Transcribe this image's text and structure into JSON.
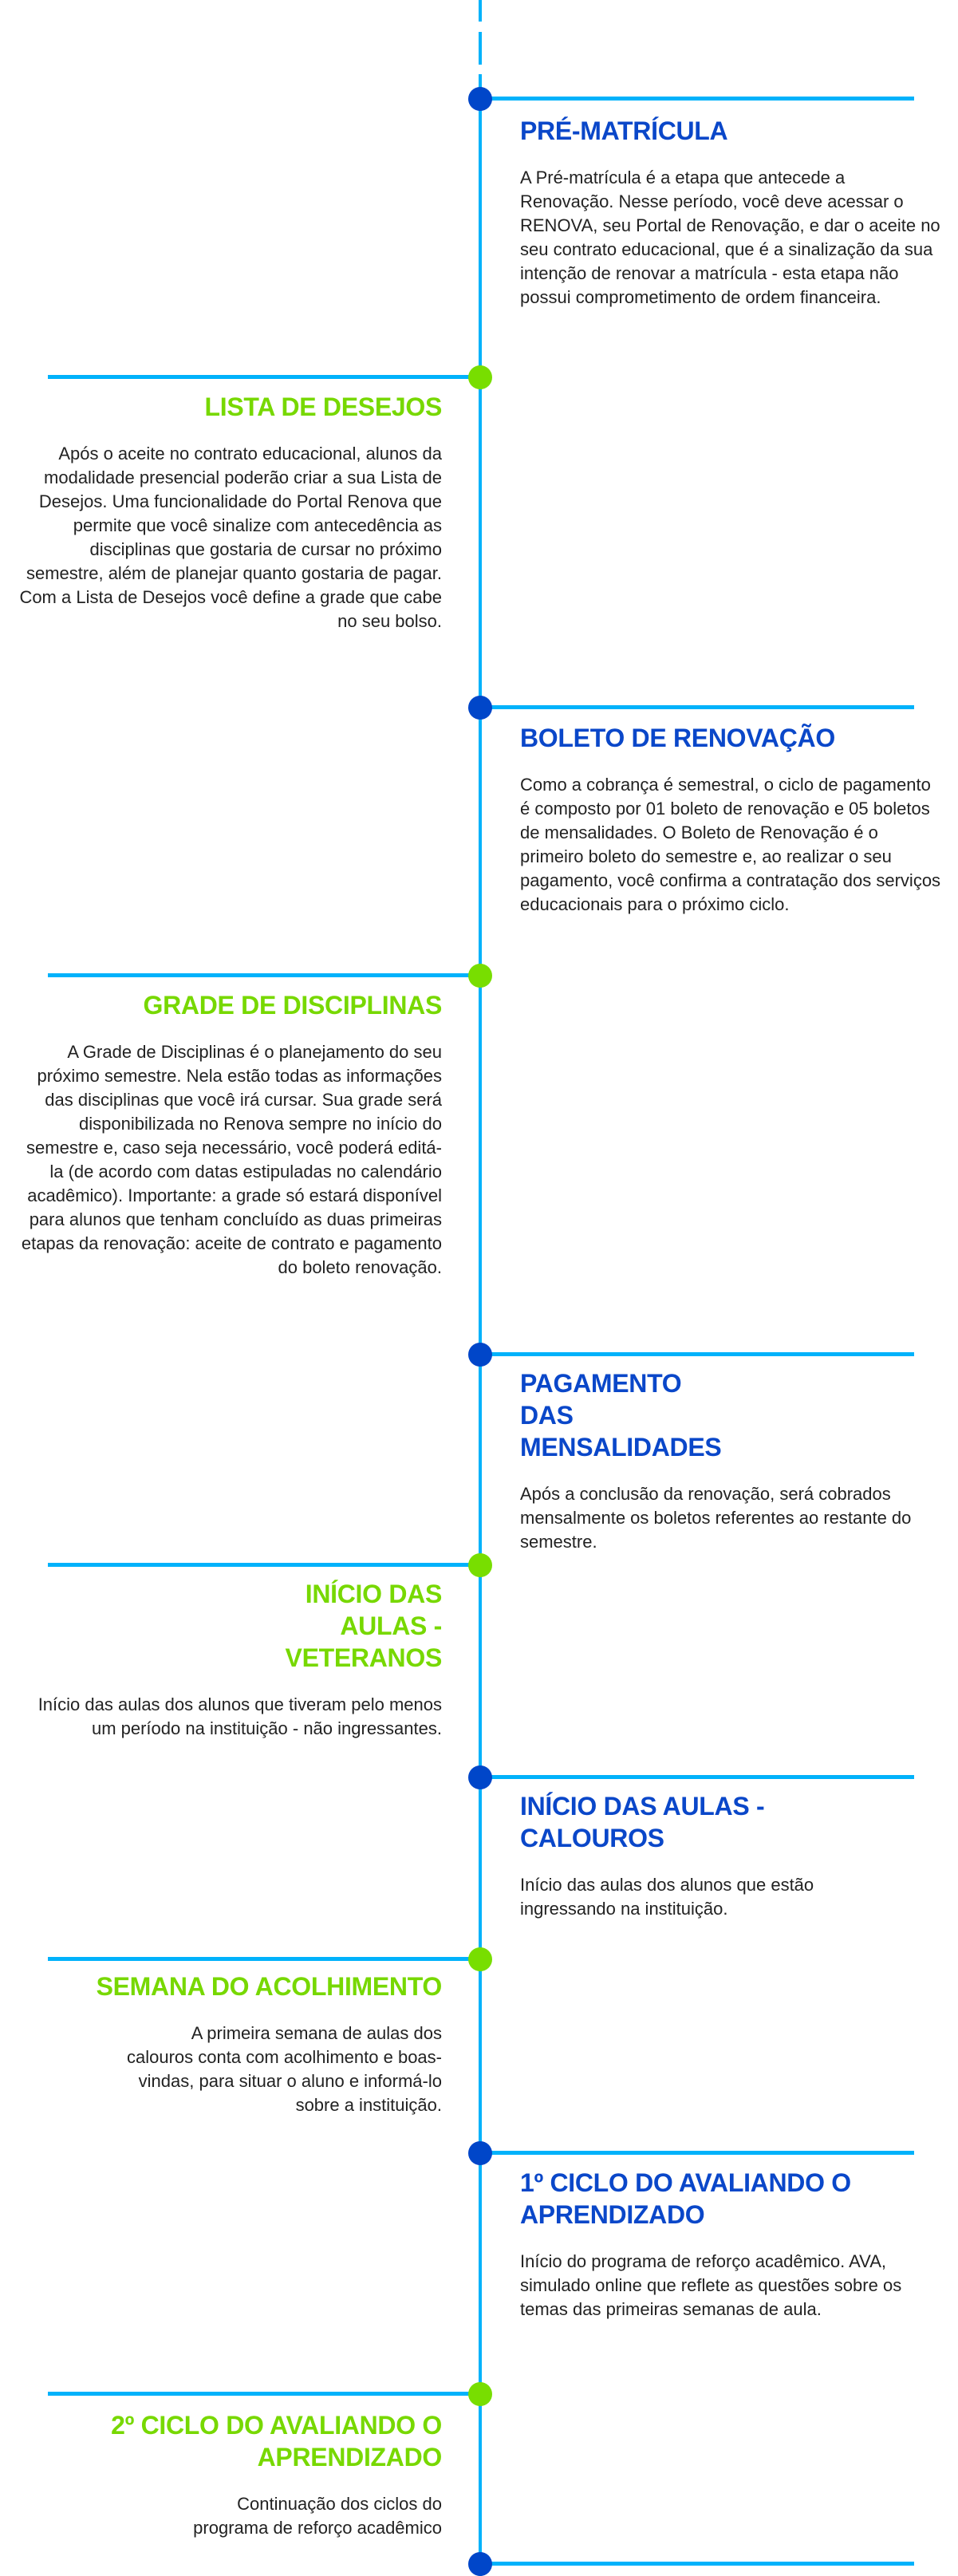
{
  "colors": {
    "line": "#00b2fb",
    "blue": "#0a47c9",
    "green": "#77d800"
  },
  "timeline": [
    {
      "title": "PRÉ-MATRÍCULA",
      "text": "A Pré-matrícula é a etapa que antecede a Renovação. Nesse período, você deve acessar o RENOVA, seu Portal de Renovação, e dar o aceite no seu contrato educacional, que é a sinalização da sua intenção de renovar a matrícula - esta etapa não possui comprometimento de ordem financeira."
    },
    {
      "title": "LISTA DE DESEJOS",
      "text": "Após o aceite no contrato educacional, alunos da modalidade presencial poderão criar a sua Lista de Desejos. Uma funcionalidade do Portal Renova que permite que você sinalize com antecedência as disciplinas que gostaria de cursar no próximo semestre, além de planejar quanto gostaria de pagar. Com a Lista de Desejos você define a grade que cabe no seu bolso."
    },
    {
      "title": "BOLETO DE RENOVAÇÃO",
      "text": "Como a cobrança é semestral, o ciclo de pagamento é composto por 01 boleto de renovação e 05 boletos de mensalidades. O Boleto de Renovação é o primeiro boleto do semestre e, ao realizar o seu pagamento, você confirma a contratação dos serviços educacionais para o próximo ciclo."
    },
    {
      "title": "GRADE DE DISCIPLINAS",
      "text": "A Grade de Disciplinas é o planejamento do seu próximo semestre. Nela estão todas as informações das disciplinas que você irá cursar. Sua grade será disponibilizada no Renova sempre no início do semestre e, caso seja necessário, você poderá editá-la (de acordo com datas estipuladas no calendário acadêmico). Importante: a grade só estará disponível para alunos que tenham concluído as duas primeiras etapas da renovação: aceite de contrato e pagamento do boleto renovação."
    },
    {
      "title": "PAGAMENTO DAS MENSALIDADES",
      "text": "Após a conclusão da renovação, será cobrados mensalmente os boletos referentes ao restante do semestre."
    },
    {
      "title": "INÍCIO DAS AULAS - VETERANOS",
      "text": "Início das aulas dos alunos que tiveram pelo menos um período na instituição - não ingressantes."
    },
    {
      "title": "INÍCIO DAS AULAS - CALOUROS",
      "text": "Início das aulas dos alunos que estão ingressando na instituição."
    },
    {
      "title": "SEMANA DO ACOLHIMENTO",
      "text": "A primeira semana de aulas dos calouros conta com acolhimento e boas-vindas, para situar o aluno e informá-lo sobre a instituição."
    },
    {
      "title": "1º CICLO DO AVALIANDO O APRENDIZADO",
      "text": "Início do programa de reforço acadêmico. AVA, simulado online que reflete as questões sobre os temas das primeiras semanas de aula."
    },
    {
      "title": "2º CICLO DO AVALIANDO O APRENDIZADO",
      "text": "Continuação dos ciclos do programa de reforço acadêmico"
    }
  ]
}
